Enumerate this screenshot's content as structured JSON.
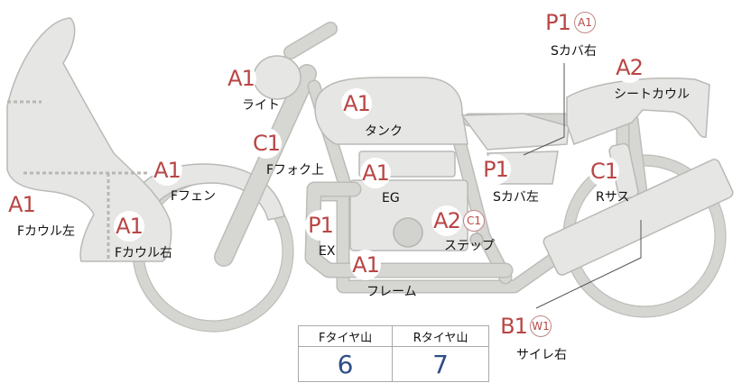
{
  "labels": {
    "s_cover_right": "Sカバ右",
    "seat_cowl": "シートカウル",
    "light": "ライト",
    "tank": "タンク",
    "f_fork_upper": "Fフォク上",
    "f_fender": "Fフェン",
    "eg": "EG",
    "s_cover_left": "Sカバ左",
    "r_suspension": "Rサス",
    "f_cowl_left": "Fカウル左",
    "f_cowl_right": "Fカウル右",
    "ex": "EX",
    "step": "ステップ",
    "frame": "フレーム",
    "silencer_right": "サイレ右"
  },
  "grades": {
    "s_cover_right": "P1",
    "s_cover_right_sub": "A1",
    "seat_cowl": "A2",
    "light": "A1",
    "tank": "A1",
    "f_fork_upper": "C1",
    "f_fender": "A1",
    "eg": "A1",
    "s_cover_left": "P1",
    "r_suspension": "C1",
    "f_cowl_left": "A1",
    "f_cowl_right": "A1",
    "ex": "P1",
    "step": "A2",
    "step_sub": "C1",
    "frame": "A1",
    "silencer_right": "B1",
    "silencer_right_sub": "W1"
  },
  "tire_tread": {
    "front_header": "Fタイヤ山",
    "rear_header": "Rタイヤ山",
    "front_value": "6",
    "rear_value": "7"
  },
  "colors": {
    "grade_text": "#b84645",
    "tread_value": "#2f4d86",
    "part_fill": "#e6e6e4"
  }
}
